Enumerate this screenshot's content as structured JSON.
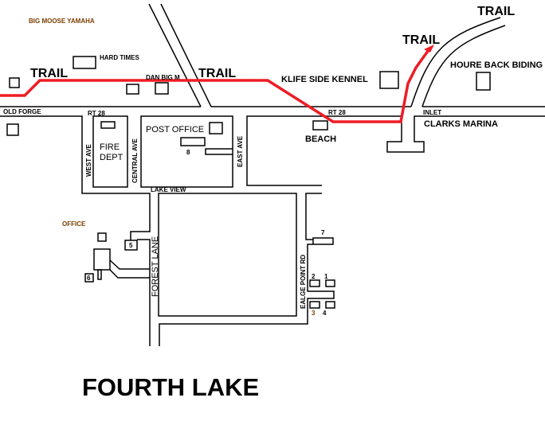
{
  "colors": {
    "trail": "#ee1c24",
    "roads": "#000000"
  },
  "labels": {
    "big_moose": "BIG MOOSE YAMAHA",
    "hard_times": "HARD TIMES",
    "dan_big_m": "DAN BIG M",
    "trail_1": "TRAIL",
    "trail_2": "TRAIL",
    "trail_3": "TRAIL",
    "trail_4": "TRAIL",
    "kennel": "KLIFE SIDE KENNEL",
    "houre_back": "HOURE BACK BIDING",
    "old_forge": "OLD FORGE",
    "rt28_a": "RT 28",
    "rt28_b": "RT 28",
    "inlet": "INLET",
    "clarks": "CLARKS MARINA",
    "beach": "BEACH",
    "post_office": "POST OFFICE",
    "num8": "8",
    "fire": "FIRE",
    "dept": "DEPT",
    "west_ave": "WEST AVE",
    "central_ave": "CENTRAL AVE",
    "east_ave": "EAST AVE",
    "lake_view": "LAKE VIEW",
    "office": "OFFICE",
    "num5": "5",
    "num6": "6",
    "forest_lane": "FOREST LANE",
    "ealge": "EALGE POINT RD",
    "num7": "7",
    "num1": "1",
    "num2": "2",
    "num3": "3",
    "num4": "4",
    "fourth_lake": "FOURTH LAKE"
  }
}
